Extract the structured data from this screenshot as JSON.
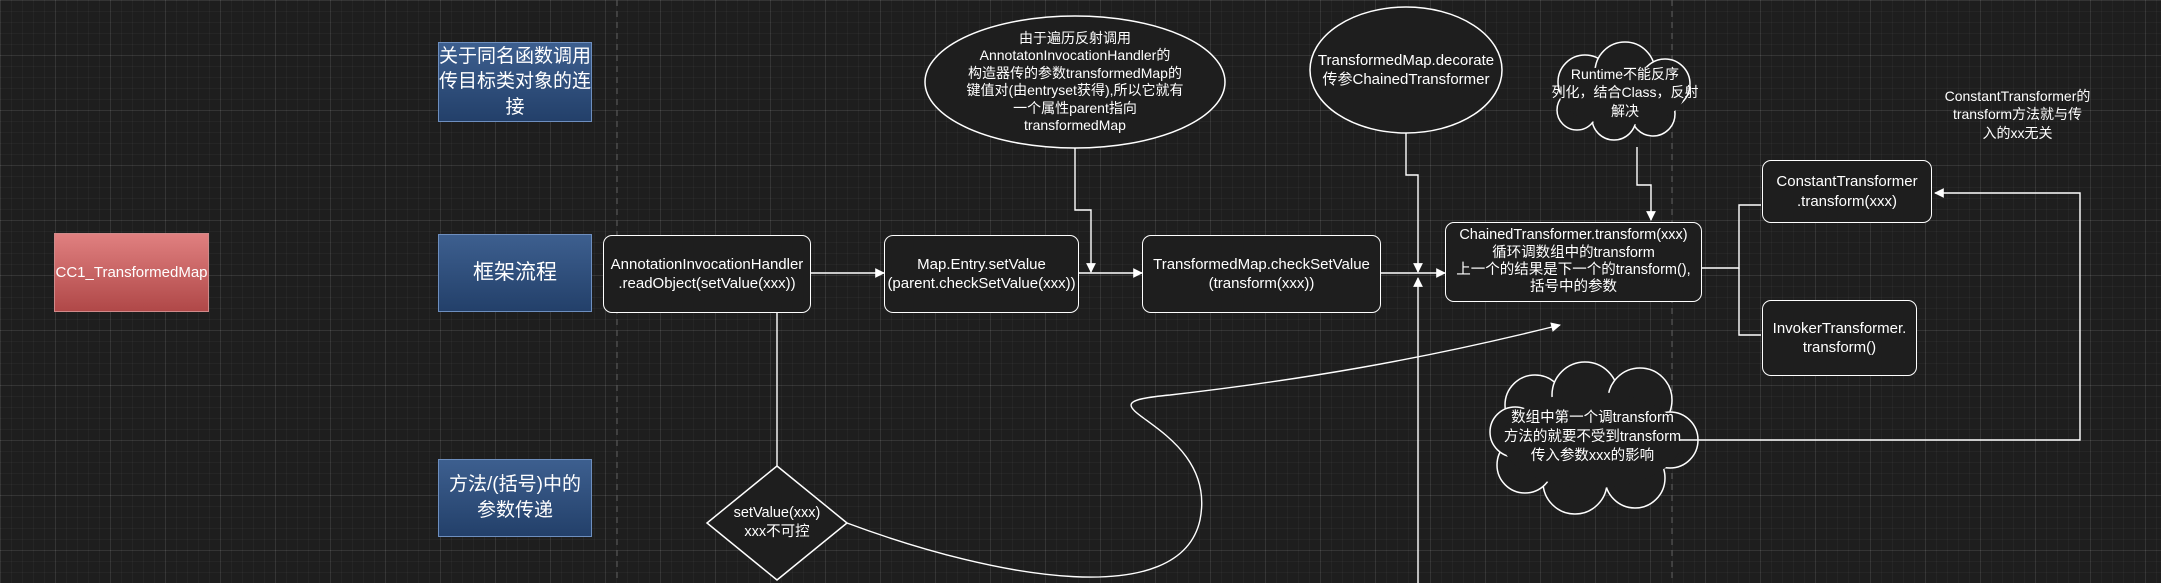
{
  "colors": {
    "background": "#1e1e1e",
    "stroke": "#ffffff",
    "blue_box": "#2f4f7f",
    "red_box": "#c05858"
  },
  "left_label": "CC1_TransformedMap",
  "lane_labels": {
    "same_name_call": [
      "关于同名函数调用",
      "传目标类对象的连",
      "接"
    ],
    "framework_flow": [
      "框架流程"
    ],
    "param_passing": [
      "方法/(括号)中的",
      "参数传递"
    ]
  },
  "process_boxes": {
    "annotation_readobject": [
      "AnnotationInvocationHandler",
      ".readObject(setValue(xxx))"
    ],
    "map_entry_setvalue": [
      "Map.Entry.setValue",
      "(parent.checkSetValue(xxx))"
    ],
    "transformedmap_checksetvalue": [
      "TransformedMap.checkSetValue",
      "(transform(xxx))"
    ],
    "chained_transform": [
      "ChainedTransformer.transform(xxx)",
      "循环调数组中的transform",
      "上一个的结果是下一个的transform(),",
      "括号中的参数"
    ],
    "constant_transform": [
      "ConstantTransformer",
      ".transform(xxx)"
    ],
    "invoker_transform": [
      "InvokerTransformer.",
      "transform()"
    ]
  },
  "ellipse_notes": {
    "parent_note": [
      "由于遍历反射调用",
      "AnnotatonInvocationHandler的",
      "构造器传的参数transformedMap的",
      "键值对(由entryset获得),所以它就有",
      "一个属性parent指向",
      "transformedMap"
    ],
    "decorate_note": [
      "TransformedMap.decorate",
      "传参ChainedTransformer"
    ]
  },
  "cloud_notes": {
    "runtime_note": [
      "Runtime不能反序",
      "列化，结合Class，反射",
      "解决"
    ],
    "first_transform_note": [
      "数组中第一个调transform",
      "方法的就要不受到transform",
      "传入参数xxx的影响"
    ]
  },
  "free_text": {
    "constant_note": [
      "ConstantTransformer的",
      "transform方法就与传",
      "入的xx无关"
    ]
  },
  "diamond": {
    "setvalue_uncontrollable": [
      "setValue(xxx)",
      "xxx不可控"
    ]
  }
}
